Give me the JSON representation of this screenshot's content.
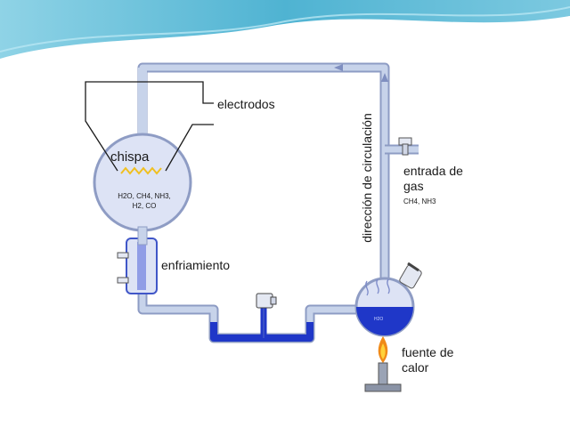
{
  "labels": {
    "electrodos": "electrodos",
    "chispa": "chispa",
    "chem_line1": "H2O, CH4, NH3,",
    "chem_line2": "H2, CO",
    "enfriamiento": "enfriamiento",
    "direccion": "dirección de circulación",
    "entrada_line1": "entrada de",
    "entrada_line2": "gas",
    "entrada_gases": "CH4, NH3",
    "fuente_line1": "fuente de",
    "fuente_line2": "calor",
    "water": "H2O"
  },
  "colors": {
    "tube": "#c7d3ea",
    "tube_edge": "#8e9cc4",
    "water": "#1f37c8",
    "water_light": "#6f7fe0",
    "flask_glass": "#dde3f5",
    "spark": "#f0c020",
    "flame": "#f08a18",
    "header_teal": "#5cb8d6"
  }
}
